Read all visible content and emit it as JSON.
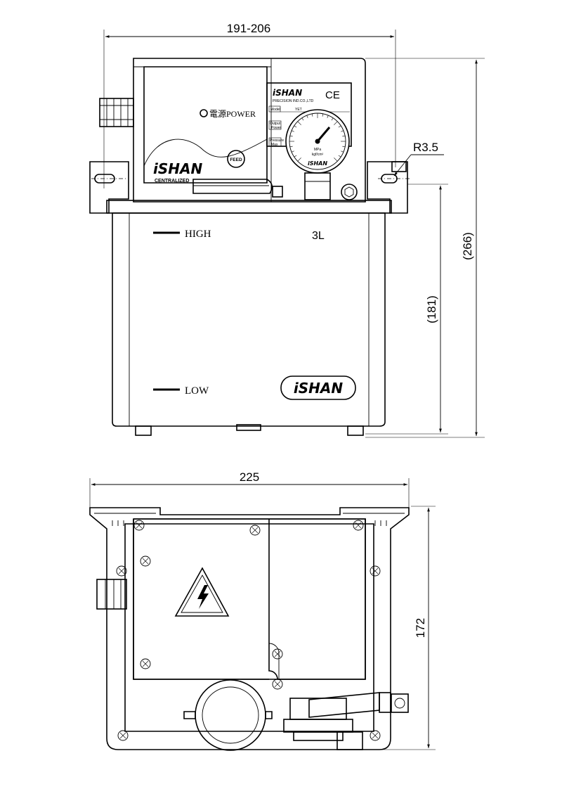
{
  "dimensions": {
    "front_width": "191-206",
    "radius": "R3.5",
    "total_height": "(266)",
    "tank_height": "(181)",
    "plan_width": "225",
    "plan_depth": "172"
  },
  "front_view": {
    "power_label": "電源POWER",
    "feed_label": "FEED",
    "brand": "iSHAN",
    "brand_sub": "CENTRALIZED",
    "level_high": "HIGH",
    "level_low": "LOW",
    "capacity": "3L"
  },
  "nameplate": {
    "brand": "iSHAN",
    "ce_mark": "CE",
    "company": "PRECISION IND.CO.,LTD",
    "model_label": "Model",
    "model_value": "YET",
    "output_label": "Output",
    "output_sub": "Power",
    "pressure_label": "Pressure",
    "pressure_sub": "Max"
  },
  "gauge": {
    "unit_top": "MPa",
    "unit_bottom": "kgf/cm²",
    "brand": "iSHAN"
  },
  "icons": {
    "warning": "high-voltage-warning-icon"
  }
}
